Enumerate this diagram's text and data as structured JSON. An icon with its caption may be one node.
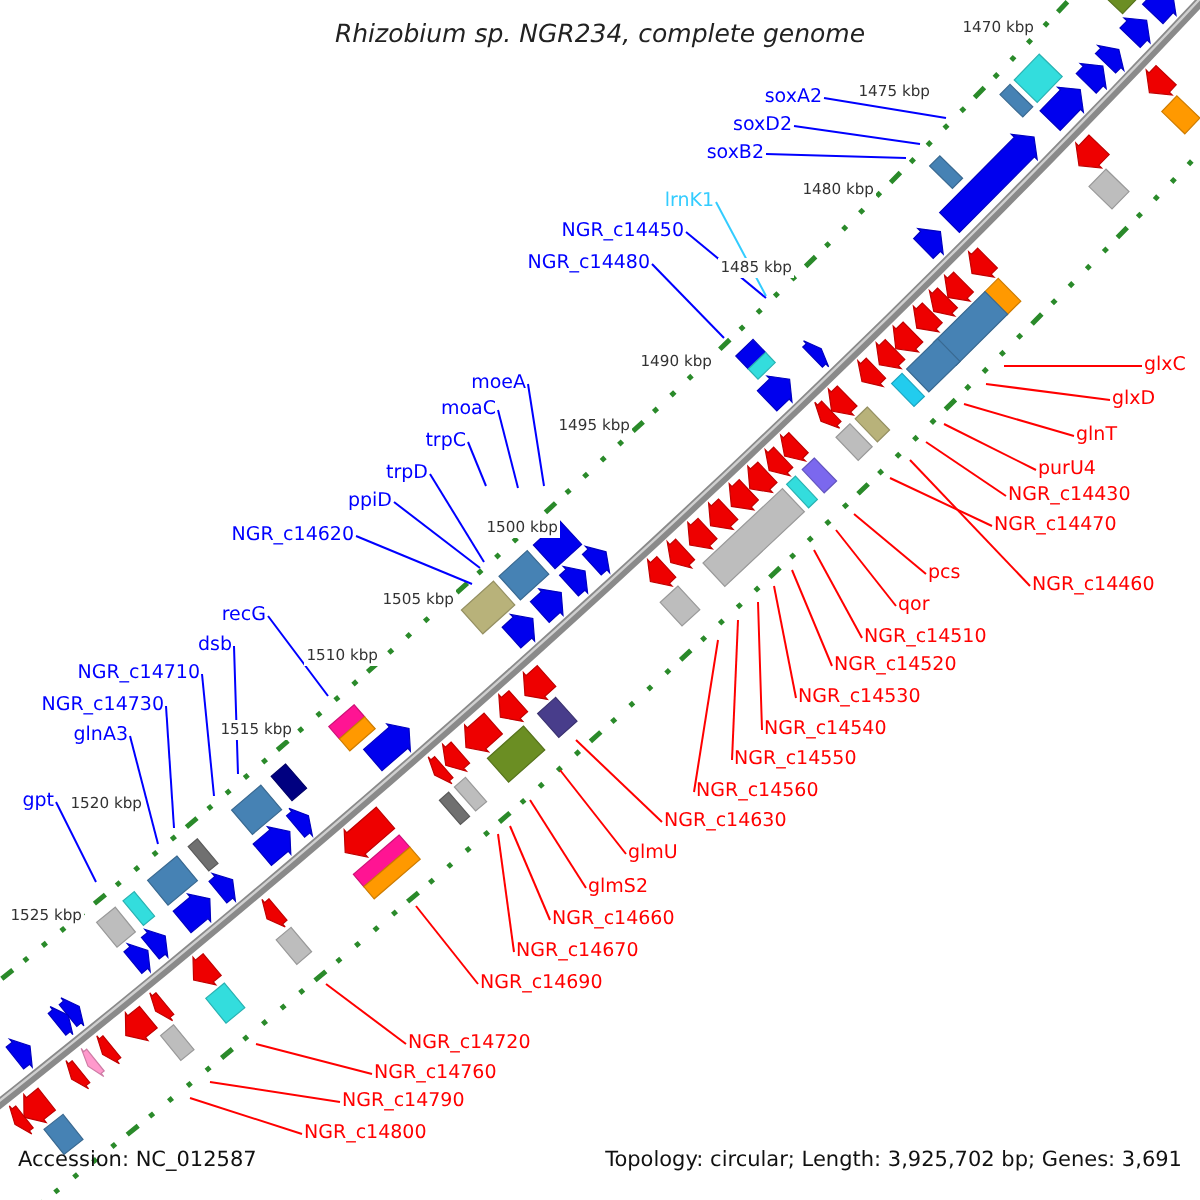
{
  "diagram": {
    "title": "Rhizobium sp. NGR234, complete genome",
    "nodes": [
      {
        "text": [
          "soxA2"
        ]
      },
      {
        "text": [
          "soxD2"
        ]
      },
      {
        "text": [
          "soxB2"
        ]
      },
      {
        "text": [
          "lrnK1"
        ]
      },
      {
        "text": [
          "NGR_c14450"
        ]
      },
      {
        "text": [
          "NGR_c14480"
        ]
      },
      {
        "text": [
          "moeA"
        ]
      },
      {
        "text": [
          "moaC"
        ]
      },
      {
        "text": [
          "trpC"
        ]
      },
      {
        "text": [
          "trpD"
        ]
      },
      {
        "text": [
          "ppiD"
        ]
      },
      {
        "text": [
          "NGR_c14620"
        ]
      },
      {
        "text": [
          "recG"
        ]
      },
      {
        "text": [
          "dsb"
        ]
      },
      {
        "text": [
          "NGR_c14710"
        ]
      },
      {
        "text": [
          "NGR_c14730"
        ]
      },
      {
        "text": [
          "glnA3"
        ]
      },
      {
        "text": [
          "gpt"
        ]
      },
      {
        "text": [
          "glxC"
        ]
      },
      {
        "text": [
          "glxD"
        ]
      },
      {
        "text": [
          "glnT"
        ]
      },
      {
        "text": [
          "purU4"
        ]
      },
      {
        "text": [
          "NGR_c14430"
        ]
      },
      {
        "text": [
          "NGR_c14470"
        ]
      },
      {
        "text": [
          "pcs"
        ]
      },
      {
        "text": [
          "NGR_c14460"
        ]
      },
      {
        "text": [
          "qor"
        ]
      },
      {
        "text": [
          "NGR_c14510"
        ]
      },
      {
        "text": [
          "NGR_c14520"
        ]
      },
      {
        "text": [
          "NGR_c14530"
        ]
      },
      {
        "text": [
          "NGR_c14540"
        ]
      },
      {
        "text": [
          "NGR_c14550"
        ]
      },
      {
        "text": [
          "NGR_c14560"
        ]
      },
      {
        "text": [
          "NGR_c14630"
        ]
      },
      {
        "text": [
          "glmU"
        ]
      },
      {
        "text": [
          "glmS2"
        ]
      },
      {
        "text": [
          "NGR_c14660"
        ]
      },
      {
        "text": [
          "NGR_c14670"
        ]
      },
      {
        "text": [
          "NGR_c14690"
        ]
      },
      {
        "text": [
          "NGR_c14720"
        ]
      },
      {
        "text": [
          "NGR_c14760"
        ]
      },
      {
        "text": [
          "NGR_c14790"
        ]
      },
      {
        "text": [
          "NGR_c14800"
        ]
      }
    ],
    "edges": [
      {
        "from": 0,
        "to": null,
        "arrow": "none",
        "color": "#0000ff"
      },
      {
        "from": 1,
        "to": null,
        "arrow": "none",
        "color": "#0000ff"
      },
      {
        "from": 2,
        "to": null,
        "arrow": "none",
        "color": "#0000ff"
      },
      {
        "from": 3,
        "to": null,
        "arrow": "none",
        "color": "#33ccff"
      },
      {
        "from": 4,
        "to": null,
        "arrow": "none",
        "color": "#0000ff"
      },
      {
        "from": 5,
        "to": null,
        "arrow": "none",
        "color": "#0000ff"
      },
      {
        "from": 6,
        "to": null,
        "arrow": "none",
        "color": "#0000ff"
      },
      {
        "from": 7,
        "to": null,
        "arrow": "none",
        "color": "#0000ff"
      },
      {
        "from": 8,
        "to": null,
        "arrow": "none",
        "color": "#0000ff"
      },
      {
        "from": 9,
        "to": null,
        "arrow": "none",
        "color": "#0000ff"
      },
      {
        "from": 10,
        "to": null,
        "arrow": "none",
        "color": "#0000ff"
      },
      {
        "from": 11,
        "to": null,
        "arrow": "none",
        "color": "#0000ff"
      },
      {
        "from": 12,
        "to": null,
        "arrow": "none",
        "color": "#0000ff"
      },
      {
        "from": 13,
        "to": null,
        "arrow": "none",
        "color": "#0000ff"
      },
      {
        "from": 14,
        "to": null,
        "arrow": "none",
        "color": "#0000ff"
      },
      {
        "from": 15,
        "to": null,
        "arrow": "none",
        "color": "#0000ff"
      },
      {
        "from": 16,
        "to": null,
        "arrow": "none",
        "color": "#0000ff"
      },
      {
        "from": 17,
        "to": null,
        "arrow": "none",
        "color": "#0000ff"
      },
      {
        "from": 18,
        "to": null,
        "arrow": "none"
      },
      {
        "from": 19,
        "to": null,
        "arrow": "none"
      },
      {
        "from": 20,
        "to": null,
        "arrow": "none"
      },
      {
        "from": 21,
        "to": null,
        "arrow": "none"
      },
      {
        "from": 22,
        "to": null,
        "arrow": "none"
      },
      {
        "from": 23,
        "to": null,
        "arrow": "none"
      },
      {
        "from": 24,
        "to": null,
        "arrow": "none"
      },
      {
        "from": 25,
        "to": null,
        "arrow": "none"
      },
      {
        "from": 26,
        "to": null,
        "arrow": "none"
      },
      {
        "from": 27,
        "to": null,
        "arrow": "none"
      },
      {
        "from": 28,
        "to": null,
        "arrow": "none"
      },
      {
        "from": 29,
        "to": null,
        "arrow": "none"
      },
      {
        "from": 30,
        "to": null,
        "arrow": "none"
      },
      {
        "from": 31,
        "to": null,
        "arrow": "none"
      },
      {
        "from": 32,
        "to": null,
        "arrow": "none"
      },
      {
        "from": 33,
        "to": null,
        "arrow": "none"
      },
      {
        "from": 34,
        "to": null,
        "arrow": "none"
      },
      {
        "from": 35,
        "to": null,
        "arrow": "none"
      },
      {
        "from": 36,
        "to": null,
        "arrow": "none"
      },
      {
        "from": 37,
        "to": null,
        "arrow": "none"
      },
      {
        "from": 38,
        "to": null,
        "arrow": "none"
      },
      {
        "from": 39,
        "to": null,
        "arrow": "none"
      },
      {
        "from": 40,
        "to": null,
        "arrow": "none"
      },
      {
        "from": 41,
        "to": null,
        "arrow": "none"
      },
      {
        "from": 42,
        "to": null,
        "arrow": "none"
      }
    ],
    "labels": [
      "1470 kbp",
      "1475 kbp",
      "1480 kbp",
      "1485 kbp",
      "1490 kbp",
      "1495 kbp",
      "1500 kbp",
      "1505 kbp",
      "1510 kbp",
      "1515 kbp",
      "1520 kbp",
      "1525 kbp",
      "Accession: NC_012587",
      "Topology: circular; Length: 3,925,702 bp; Genes: 3,691"
    ]
  }
}
